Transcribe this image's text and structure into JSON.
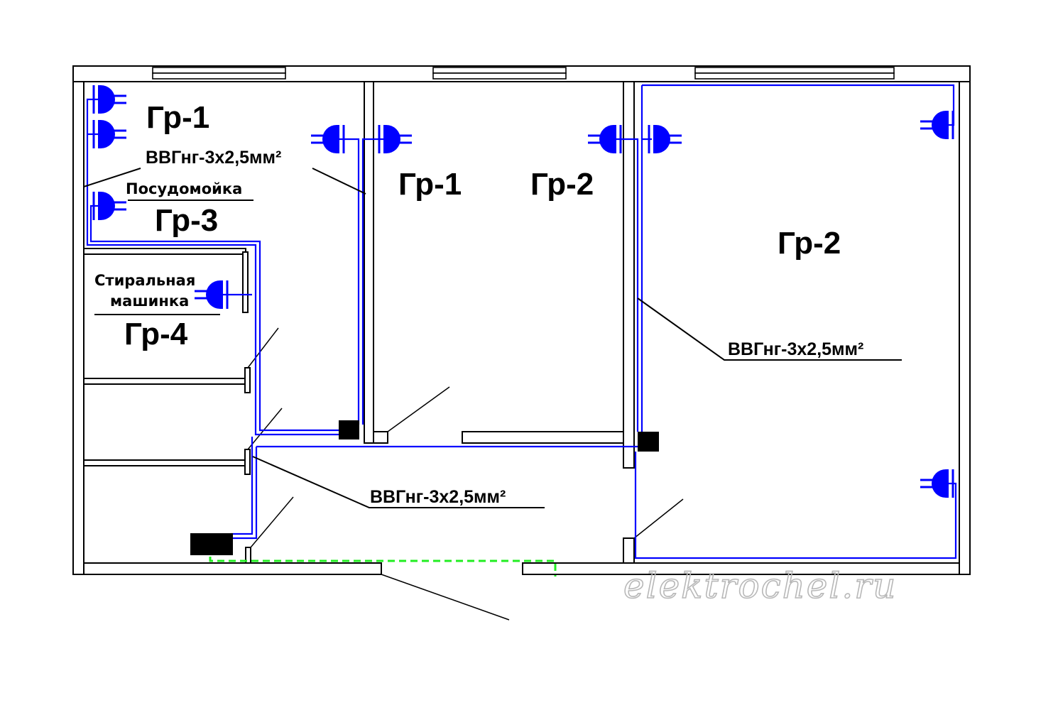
{
  "labels": {
    "gr1_kitchen": "Гр-1",
    "gr1_room": "Гр-1",
    "gr2_room": "Гр-2",
    "gr2_big_room": "Гр-2",
    "gr3": "Гр-3",
    "gr4": "Гр-4",
    "dishwasher": "Посудомойка",
    "washer_line1": "Стиральная",
    "washer_line2": "машинка",
    "cable_top": "ВВГнг-3х2,5мм²",
    "cable_right": "ВВГнг-3х2,5мм²",
    "cable_bottom": "ВВГнг-3х2,5мм²"
  },
  "watermark": "elektrochel.ru",
  "colors": {
    "wiring": "#0000ff",
    "walls": "#000000",
    "dashed_route": "#22ee22",
    "watermark": "#b8b8b8"
  },
  "icons": {
    "socket": "socket-icon",
    "junction_box": "junction-box-icon"
  }
}
